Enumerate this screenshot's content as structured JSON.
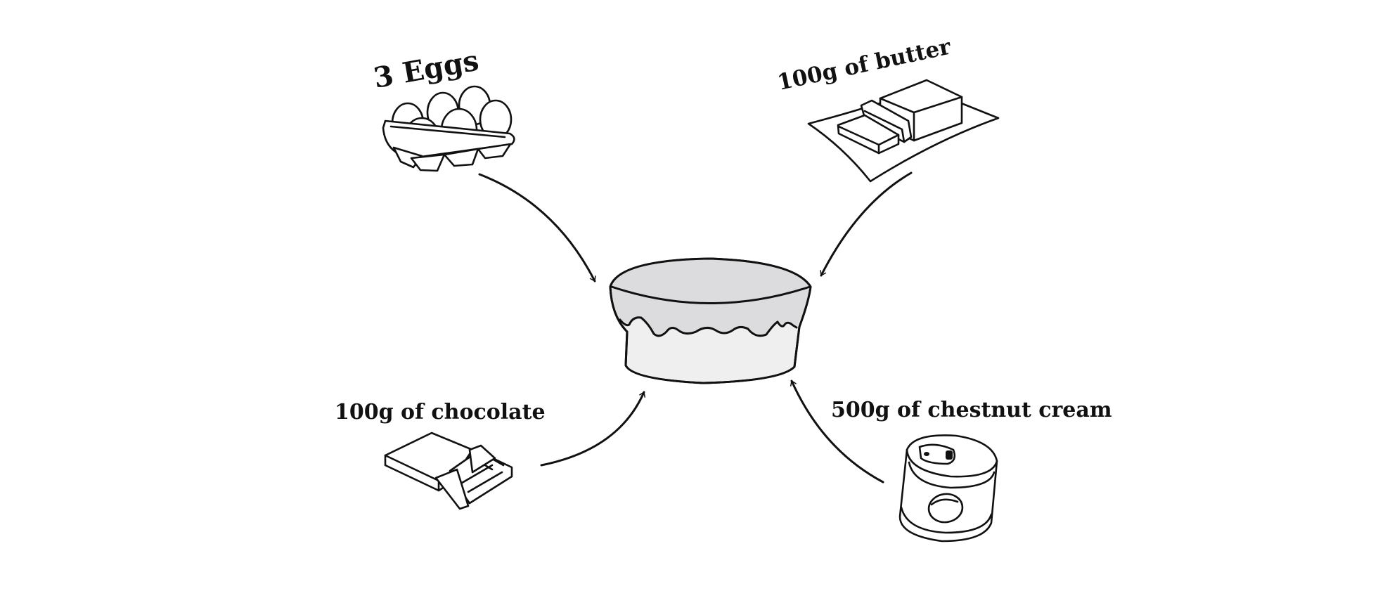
{
  "diagram": {
    "title": "Chestnut chocolate cake ingredients",
    "center": {
      "name": "cake",
      "icon": "cake-icon"
    },
    "ingredients": [
      {
        "id": "eggs",
        "label": "3 Eggs",
        "icon": "egg-carton-icon",
        "position": "top-left"
      },
      {
        "id": "butter",
        "label": "100g of butter",
        "icon": "butter-icon",
        "position": "top-right"
      },
      {
        "id": "chocolate",
        "label": "100g of chocolate",
        "icon": "chocolate-bar-icon",
        "position": "bottom-left"
      },
      {
        "id": "chestnut",
        "label": "500g of chestnut cream",
        "icon": "chestnut-cream-can-icon",
        "position": "bottom-right"
      }
    ],
    "arrows": [
      {
        "from": "eggs",
        "to": "cake"
      },
      {
        "from": "butter",
        "to": "cake"
      },
      {
        "from": "chocolate",
        "to": "cake"
      },
      {
        "from": "chestnut",
        "to": "cake"
      }
    ],
    "colors": {
      "ink": "#111111",
      "cake_top": "#dcdcde",
      "cake_side": "#f0eff0",
      "background": "#ffffff"
    }
  }
}
